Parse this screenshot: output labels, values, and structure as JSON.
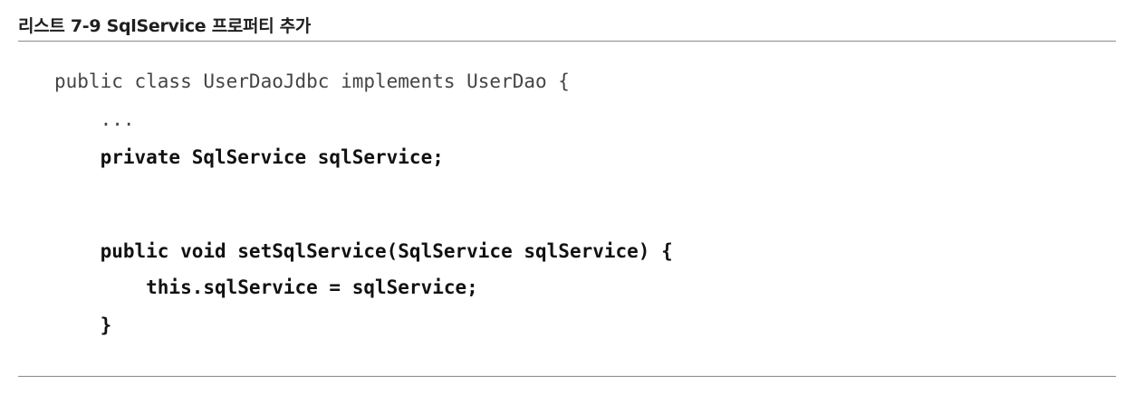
{
  "listing": {
    "title": "리스트 7-9 SqlService 프로퍼티 추가"
  },
  "code": {
    "lines": [
      {
        "text": "public class UserDaoJdbc implements UserDao {",
        "bold": false
      },
      {
        "text": "    ...",
        "bold": false
      },
      {
        "text": "    private SqlService sqlService;",
        "bold": true
      },
      {
        "text": "",
        "bold": false
      },
      {
        "text": "    public void setSqlService(SqlService sqlService) {",
        "bold": true
      },
      {
        "text": "        this.sqlService = sqlService;",
        "bold": true
      },
      {
        "text": "    }",
        "bold": true
      }
    ]
  }
}
